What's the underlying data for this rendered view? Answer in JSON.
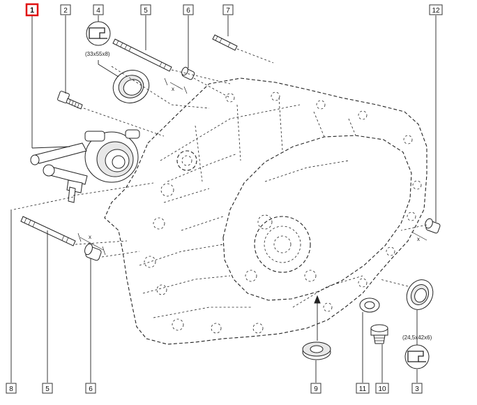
{
  "callouts": [
    {
      "label": "1",
      "highlight": true
    },
    {
      "label": "2"
    },
    {
      "label": "4"
    },
    {
      "label": "5"
    },
    {
      "label": "6"
    },
    {
      "label": "7"
    },
    {
      "label": "12"
    },
    {
      "label": "8"
    },
    {
      "label": "5"
    },
    {
      "label": "6"
    },
    {
      "label": "9"
    },
    {
      "label": "11"
    },
    {
      "label": "10"
    },
    {
      "label": "3"
    }
  ],
  "specs": {
    "seal_top": "(33x55x8)",
    "seal_right": "(24,5x42x6)"
  },
  "dimensions": {
    "x_label": "x"
  },
  "colors": {
    "highlight": "#e01010",
    "line": "#222222"
  },
  "icons": [
    "lip-seal-icon",
    "lip-seal-icon"
  ]
}
